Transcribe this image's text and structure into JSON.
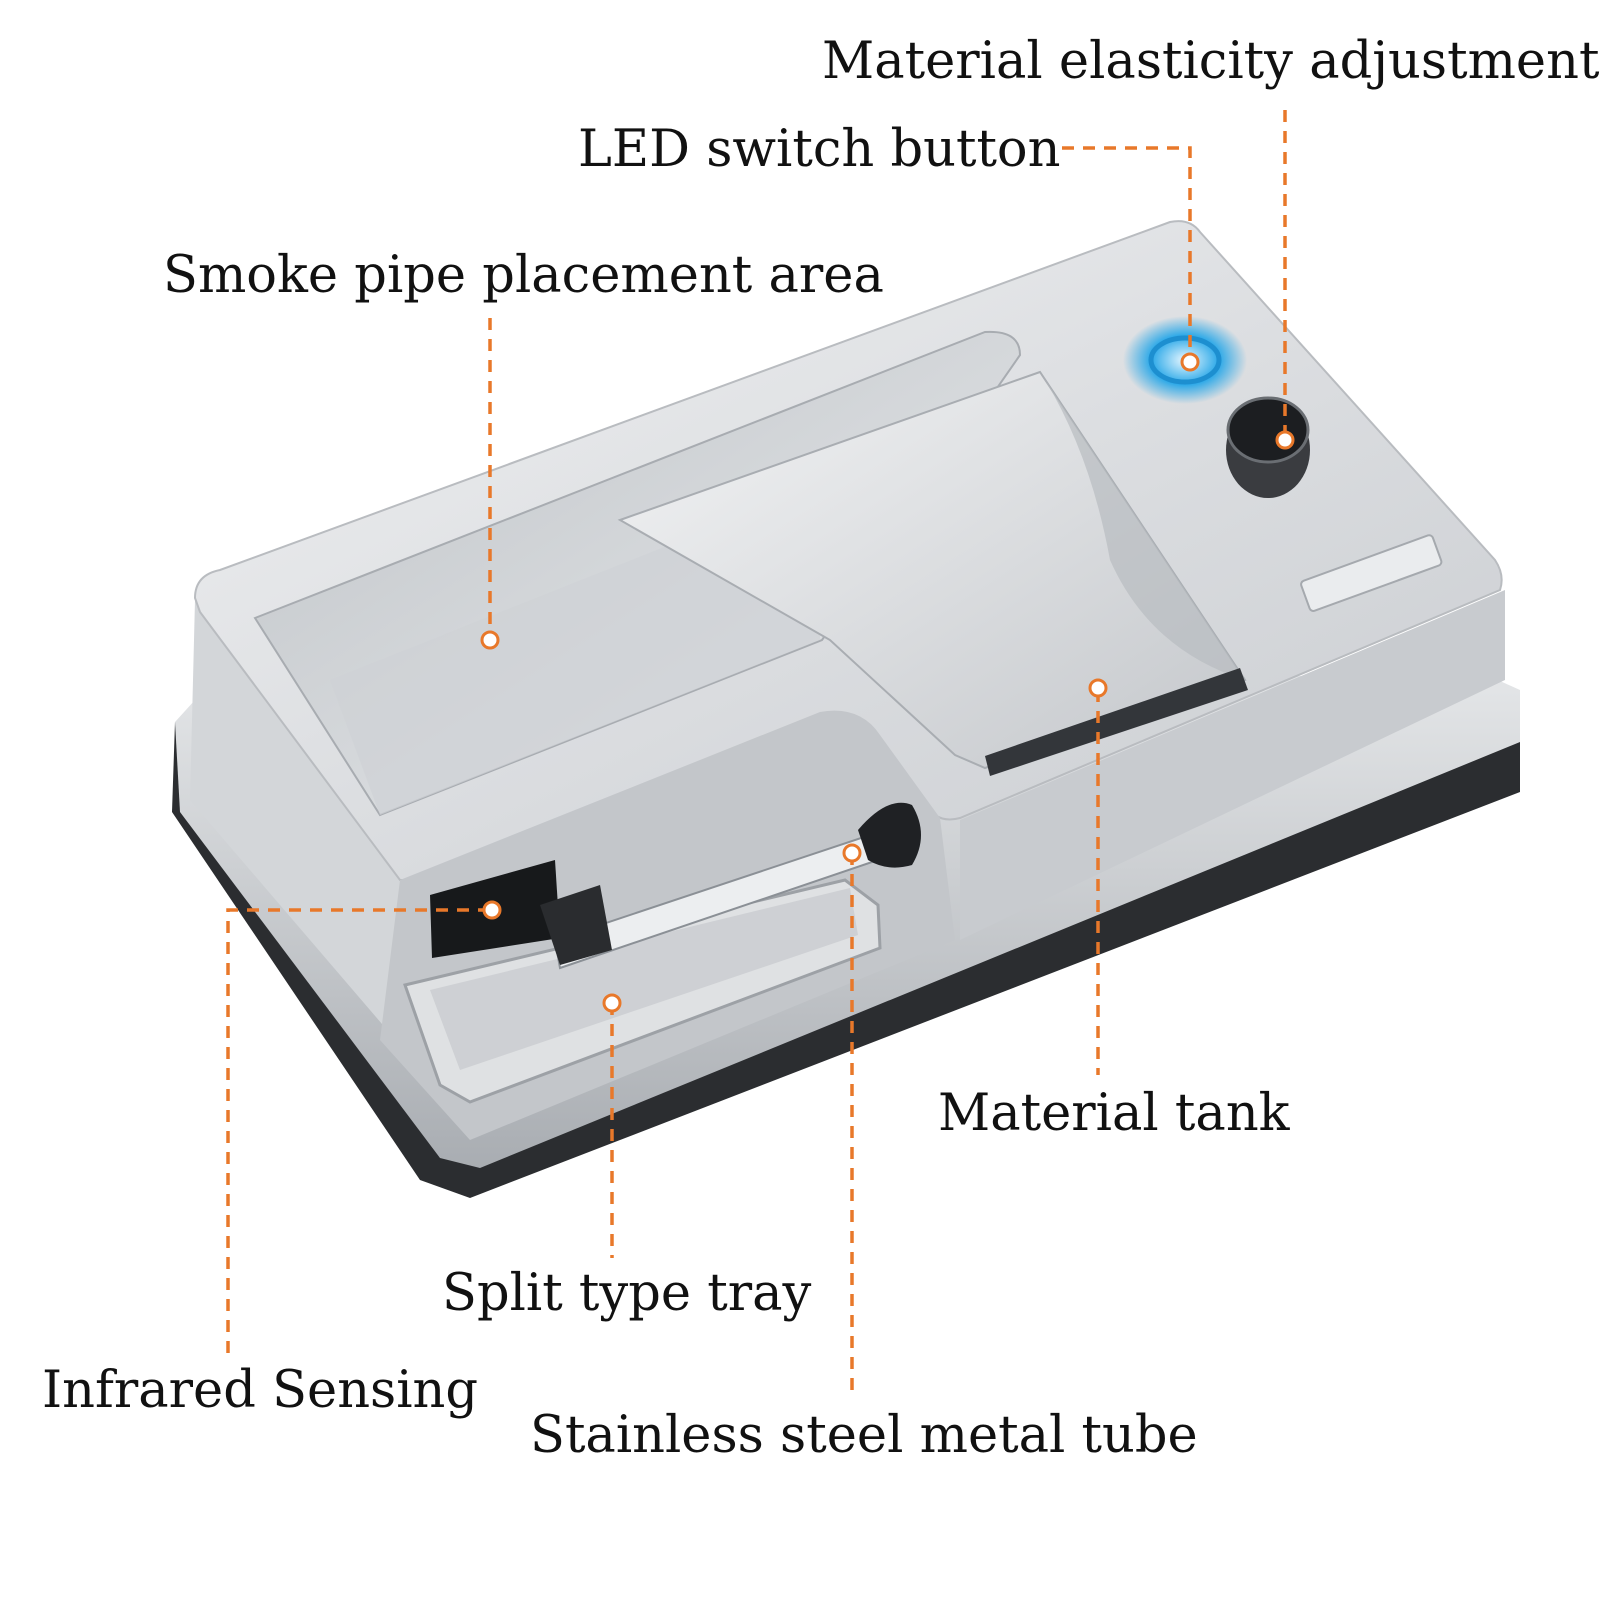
{
  "callouts": {
    "material_elasticity": "Material elasticity adjustment",
    "led_switch": "LED switch button",
    "smoke_pipe_area": "Smoke pipe placement area",
    "material_tank": "Material tank",
    "split_tray": "Split type tray",
    "infrared": "Infrared Sensing",
    "metal_tube": "Stainless steel metal tube"
  },
  "colors": {
    "leader_line": "#e8782a",
    "led_glow": "#2aa8e8",
    "label_text": "#111111",
    "metal": "#d8dadd"
  }
}
